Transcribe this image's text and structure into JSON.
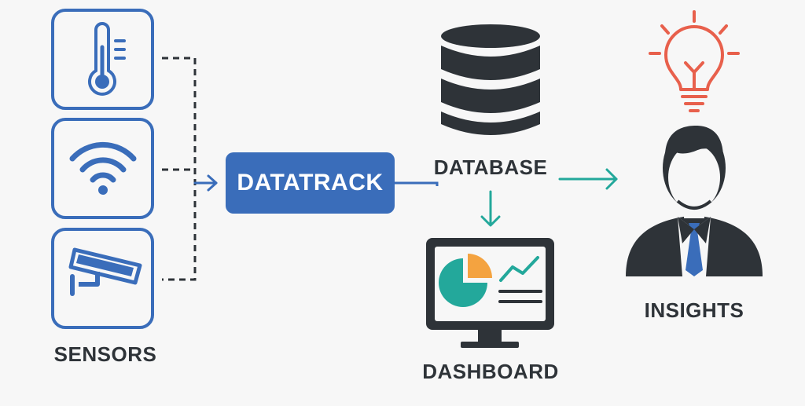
{
  "labels": {
    "sensors": "SENSORS",
    "hub": "DATATRACK",
    "database": "DATABASE",
    "dashboard": "DASHBOARD",
    "insights": "INSIGHTS"
  },
  "icons": {
    "sensor_1": "thermometer-icon",
    "sensor_2": "wifi-icon",
    "sensor_3": "security-camera-icon",
    "database": "database-icon",
    "dashboard": "monitor-dashboard-icon",
    "idea": "lightbulb-icon",
    "person": "businessman-icon"
  },
  "colors": {
    "background": "#f7f7f7",
    "sensor_blue": "#3a6dba",
    "hub_blue": "#3a6dba",
    "dark": "#2e3338",
    "teal": "#23a89b",
    "orange": "#f4a340",
    "bulb_red": "#e8604c"
  }
}
